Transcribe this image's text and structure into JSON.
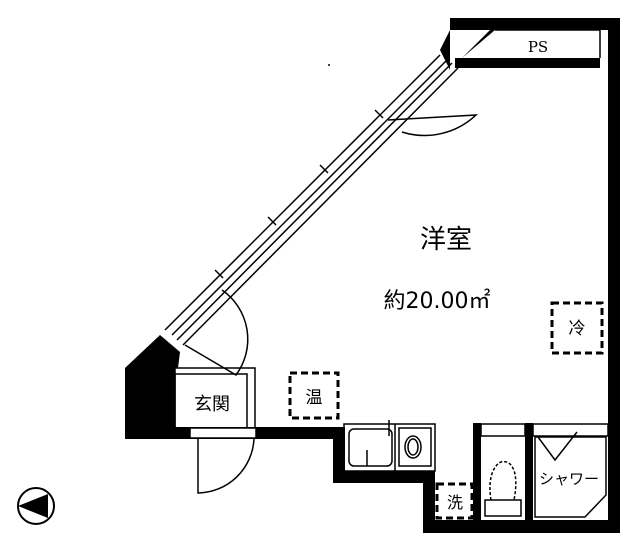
{
  "plan": {
    "room_name": "洋室",
    "room_area": "約20.00㎡",
    "ps_label": "PS",
    "entrance_label": "玄関",
    "water_heater_label": "温",
    "fridge_label": "冷",
    "washer_label": "洗",
    "shower_label": "シャワー",
    "compass_icon": "north-arrow-left"
  }
}
